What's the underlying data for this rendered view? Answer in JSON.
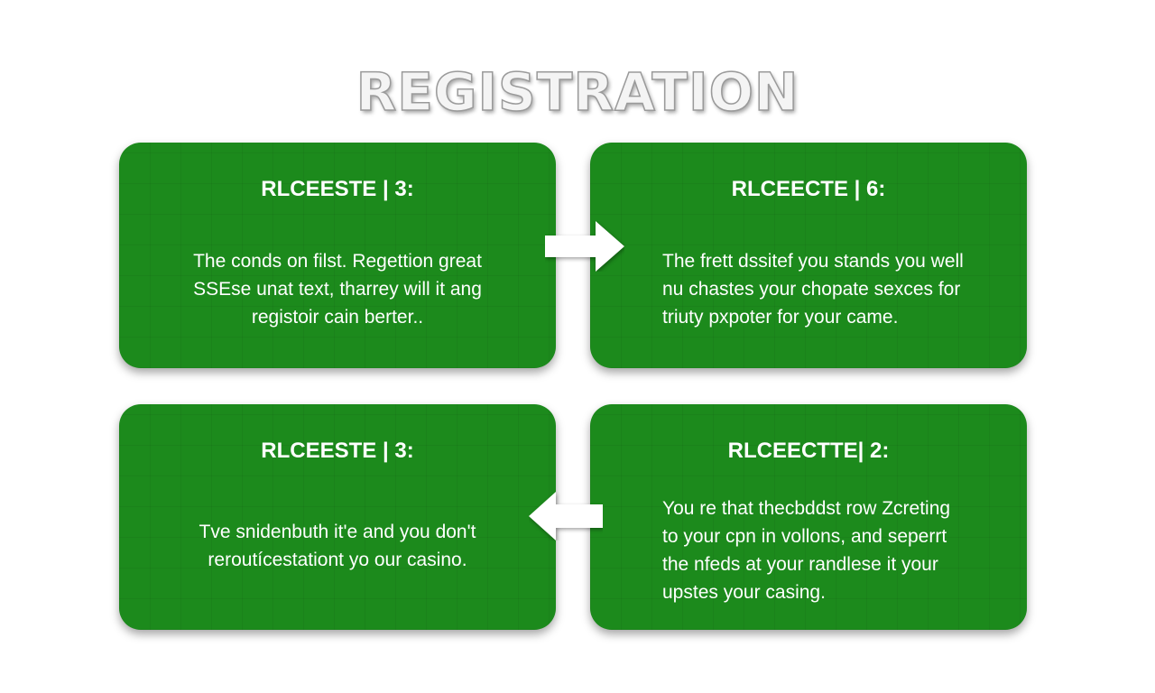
{
  "title": "REGISTRATION",
  "cards": [
    {
      "heading": "RLCEESTE | 3:",
      "lines": [
        "The conds on filst. Regettion great",
        "SSEse unat text, tharrey will it ang",
        "registoir cain berter.."
      ]
    },
    {
      "heading": "RLCEECTE | 6:",
      "lines": [
        "The frett dssitef you stands you well",
        "nu chastes your chopate sexces for",
        "triuty pxpoter for your came."
      ]
    },
    {
      "heading": "RLCEESTE | 3:",
      "lines": [
        "Tve snidenbuth it'e and you don't",
        "reroutícestationt yo our casino."
      ]
    },
    {
      "heading": "RLCEECTTE| 2:",
      "lines": [
        "You re that thecbddst row Zcreting",
        "to your cpn in vollons, and seperrt",
        "the nfeds at your randlese it your",
        "upstes your casing."
      ]
    }
  ],
  "colors": {
    "card_green": "#1c8a1c",
    "arrow_white": "#ffffff",
    "text_white": "#ffffff"
  },
  "icons": {
    "arrow_top": "arrow-right-icon",
    "arrow_bottom": "arrow-left-icon"
  }
}
